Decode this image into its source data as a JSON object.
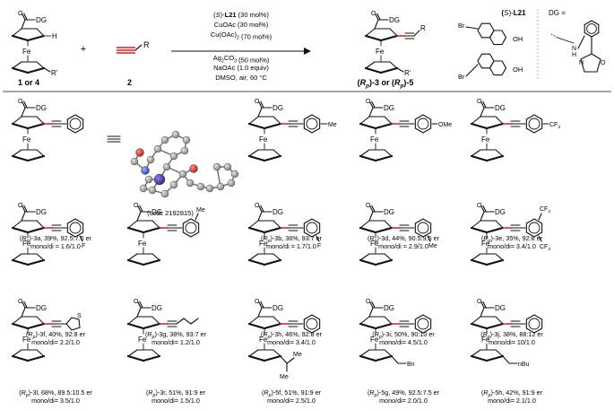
{
  "scheme": {
    "reactant1": {
      "lines": [
        "1 or 4"
      ]
    },
    "plus": "+",
    "reactant2": {
      "lines": [
        "2"
      ]
    },
    "product": {
      "lines": [
        "(Rp)-3 or (Rp)-5"
      ]
    },
    "conditions": [
      "(S)-L21 (30 mol%)",
      "CuOAc (30 mol%)",
      "Cu(OAc)2 (70 mol%)",
      "Ag2CO3 (50 mol%)",
      "NaOAc (1.0 equiv)",
      "DMSO, air, 60 °C"
    ],
    "ligand_label": "(S)-L21",
    "dg_label": "DG =",
    "atom_labels": {
      "DG": "DG",
      "H": "H",
      "R": "R",
      "R_prime": "R'",
      "Fe": "Fe",
      "Br": "Br",
      "OH": "OH",
      "N": "N",
      "O": "O",
      "Me": "Me",
      "OMe": "OMe",
      "CF3": "CF3",
      "F": "F",
      "S": "S",
      "Bn": "Bn",
      "nBu": "nBu"
    },
    "xray_label": "(ccdc 2192815)"
  },
  "products": [
    {
      "lines": [
        "(Rp)-3a, 39%, 92.5:7.5 er",
        "mono/di = 1.6/1.0"
      ]
    },
    {
      "lines": [
        "(Rp)-3b, 36%, 93:7 er",
        "mono/di = 1.7/1.0"
      ]
    },
    {
      "lines": [
        "(Rp)-3d, 44%, 90.5:9.5 er",
        "mono/di = 2.9/1.0"
      ]
    },
    {
      "lines": [
        "(Rp)-3e, 35%, 92:8 er",
        "mono/di= 3.4/1.0"
      ]
    },
    {
      "lines": [
        "(Rp)-3f, 40%, 92:8 er",
        "mono/di= 2.2/1.0"
      ]
    },
    {
      "lines": [
        "(Rp)-3g, 38%, 93:7 er",
        "mono/di= 1.2/1.0"
      ]
    },
    {
      "lines": [
        "(Rp)-3h, 46%, 92:8 er",
        "mono/di= 3.4/1.0"
      ]
    },
    {
      "lines": [
        "(Rp)-3i, 50%, 90:10 er",
        "mono/di= 4.5/1.0"
      ]
    },
    {
      "lines": [
        "(Rp)-3j, 38%, 88:12 er",
        "mono/di= 10/1.0"
      ]
    },
    {
      "lines": [
        "(Rp)-3l, 68%, 89.5:10.5 er",
        "mono/di= 3.5/1.0"
      ]
    },
    {
      "lines": [
        "(Rp)-3r, 51%, 91:9 er",
        "mono/di= 1.5/1.0"
      ]
    },
    {
      "lines": [
        "(Rp)-5f, 51%, 91:9 er",
        "mono/di= 2.5/1.0"
      ]
    },
    {
      "lines": [
        "(Rp)-5g, 49%, 92.5:7.5 er",
        "mono/di= 2.0/1.0"
      ]
    },
    {
      "lines": [
        "(Rp)-5h, 42%, 91:9 er",
        "mono/di= 2.1/1.0"
      ]
    }
  ],
  "colors": {
    "new_bond": "#d81e1e",
    "o_atom": "#d81e1e",
    "n_atom": "#2b4fd6",
    "fe_atom": "#3a2f9e",
    "ink": "#111111"
  }
}
